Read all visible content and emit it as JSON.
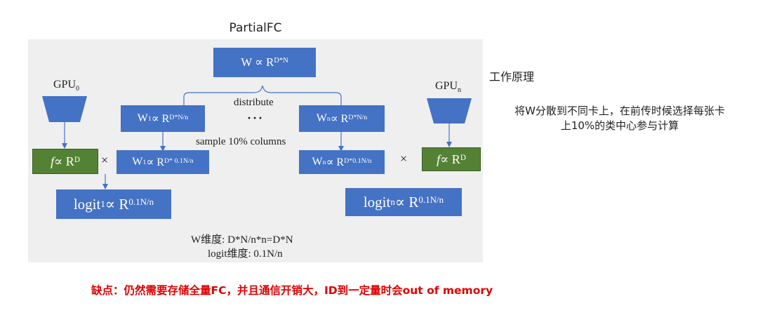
{
  "title": "PartialFC",
  "boxes": {
    "w_total": {
      "base": "W ∝ R",
      "sup": "D*N"
    },
    "w1": {
      "base": "W",
      "sub": "1",
      "mid": " ∝ R",
      "sup": "D*N/n"
    },
    "wn": {
      "base": "W",
      "sub": "n",
      "mid": " ∝ R",
      "sup": "D*N/n"
    },
    "w1_sampled": {
      "base": "W",
      "sub": "1",
      "mid": " ∝ R",
      "sup": "D* 0.1N/n"
    },
    "wn_sampled": {
      "base": "W",
      "sub": "n",
      "mid": " ∝ R",
      "sup": "D*0.1N/n"
    },
    "logit1": {
      "base": "logit",
      "sub": "1",
      "mid": " ∝ R",
      "sup": "0.1N/n"
    },
    "logitn": {
      "base": "logit",
      "sub": "n",
      "mid": " ∝ R",
      "sup": "0.1N/n"
    },
    "feat_left": {
      "italic": "f",
      "mid": " ∝ R",
      "sup": "D"
    },
    "feat_right": {
      "italic": "f",
      "mid": " ∝ R",
      "sup": "D"
    }
  },
  "labels": {
    "gpu0_base": "GPU",
    "gpu0_sub": "0",
    "gpun_base": "GPU",
    "gpun_sub": "n",
    "distribute": "distribute",
    "ellipsis": "···",
    "sample": "sample 10% columns",
    "times_left": "×",
    "times_right": "×",
    "w_dim": "W维度:  D*N/n*n=D*N",
    "logit_dim": "logit维度:  0.1N/n"
  },
  "notes": {
    "heading": "工作原理",
    "line1": "将W分散到不同卡上，在前传时候选择每张卡",
    "line2": "上10%的类中心参与计算",
    "drawback": "缺点：仍然需要存储全量FC，并且通信开销大，ID到一定量时会out of memory"
  },
  "colors": {
    "box_blue": "#4472c4",
    "box_green": "#548235",
    "panel_bg": "#efefef",
    "arrow": "#4472c4",
    "warning_red": "#e00000"
  }
}
